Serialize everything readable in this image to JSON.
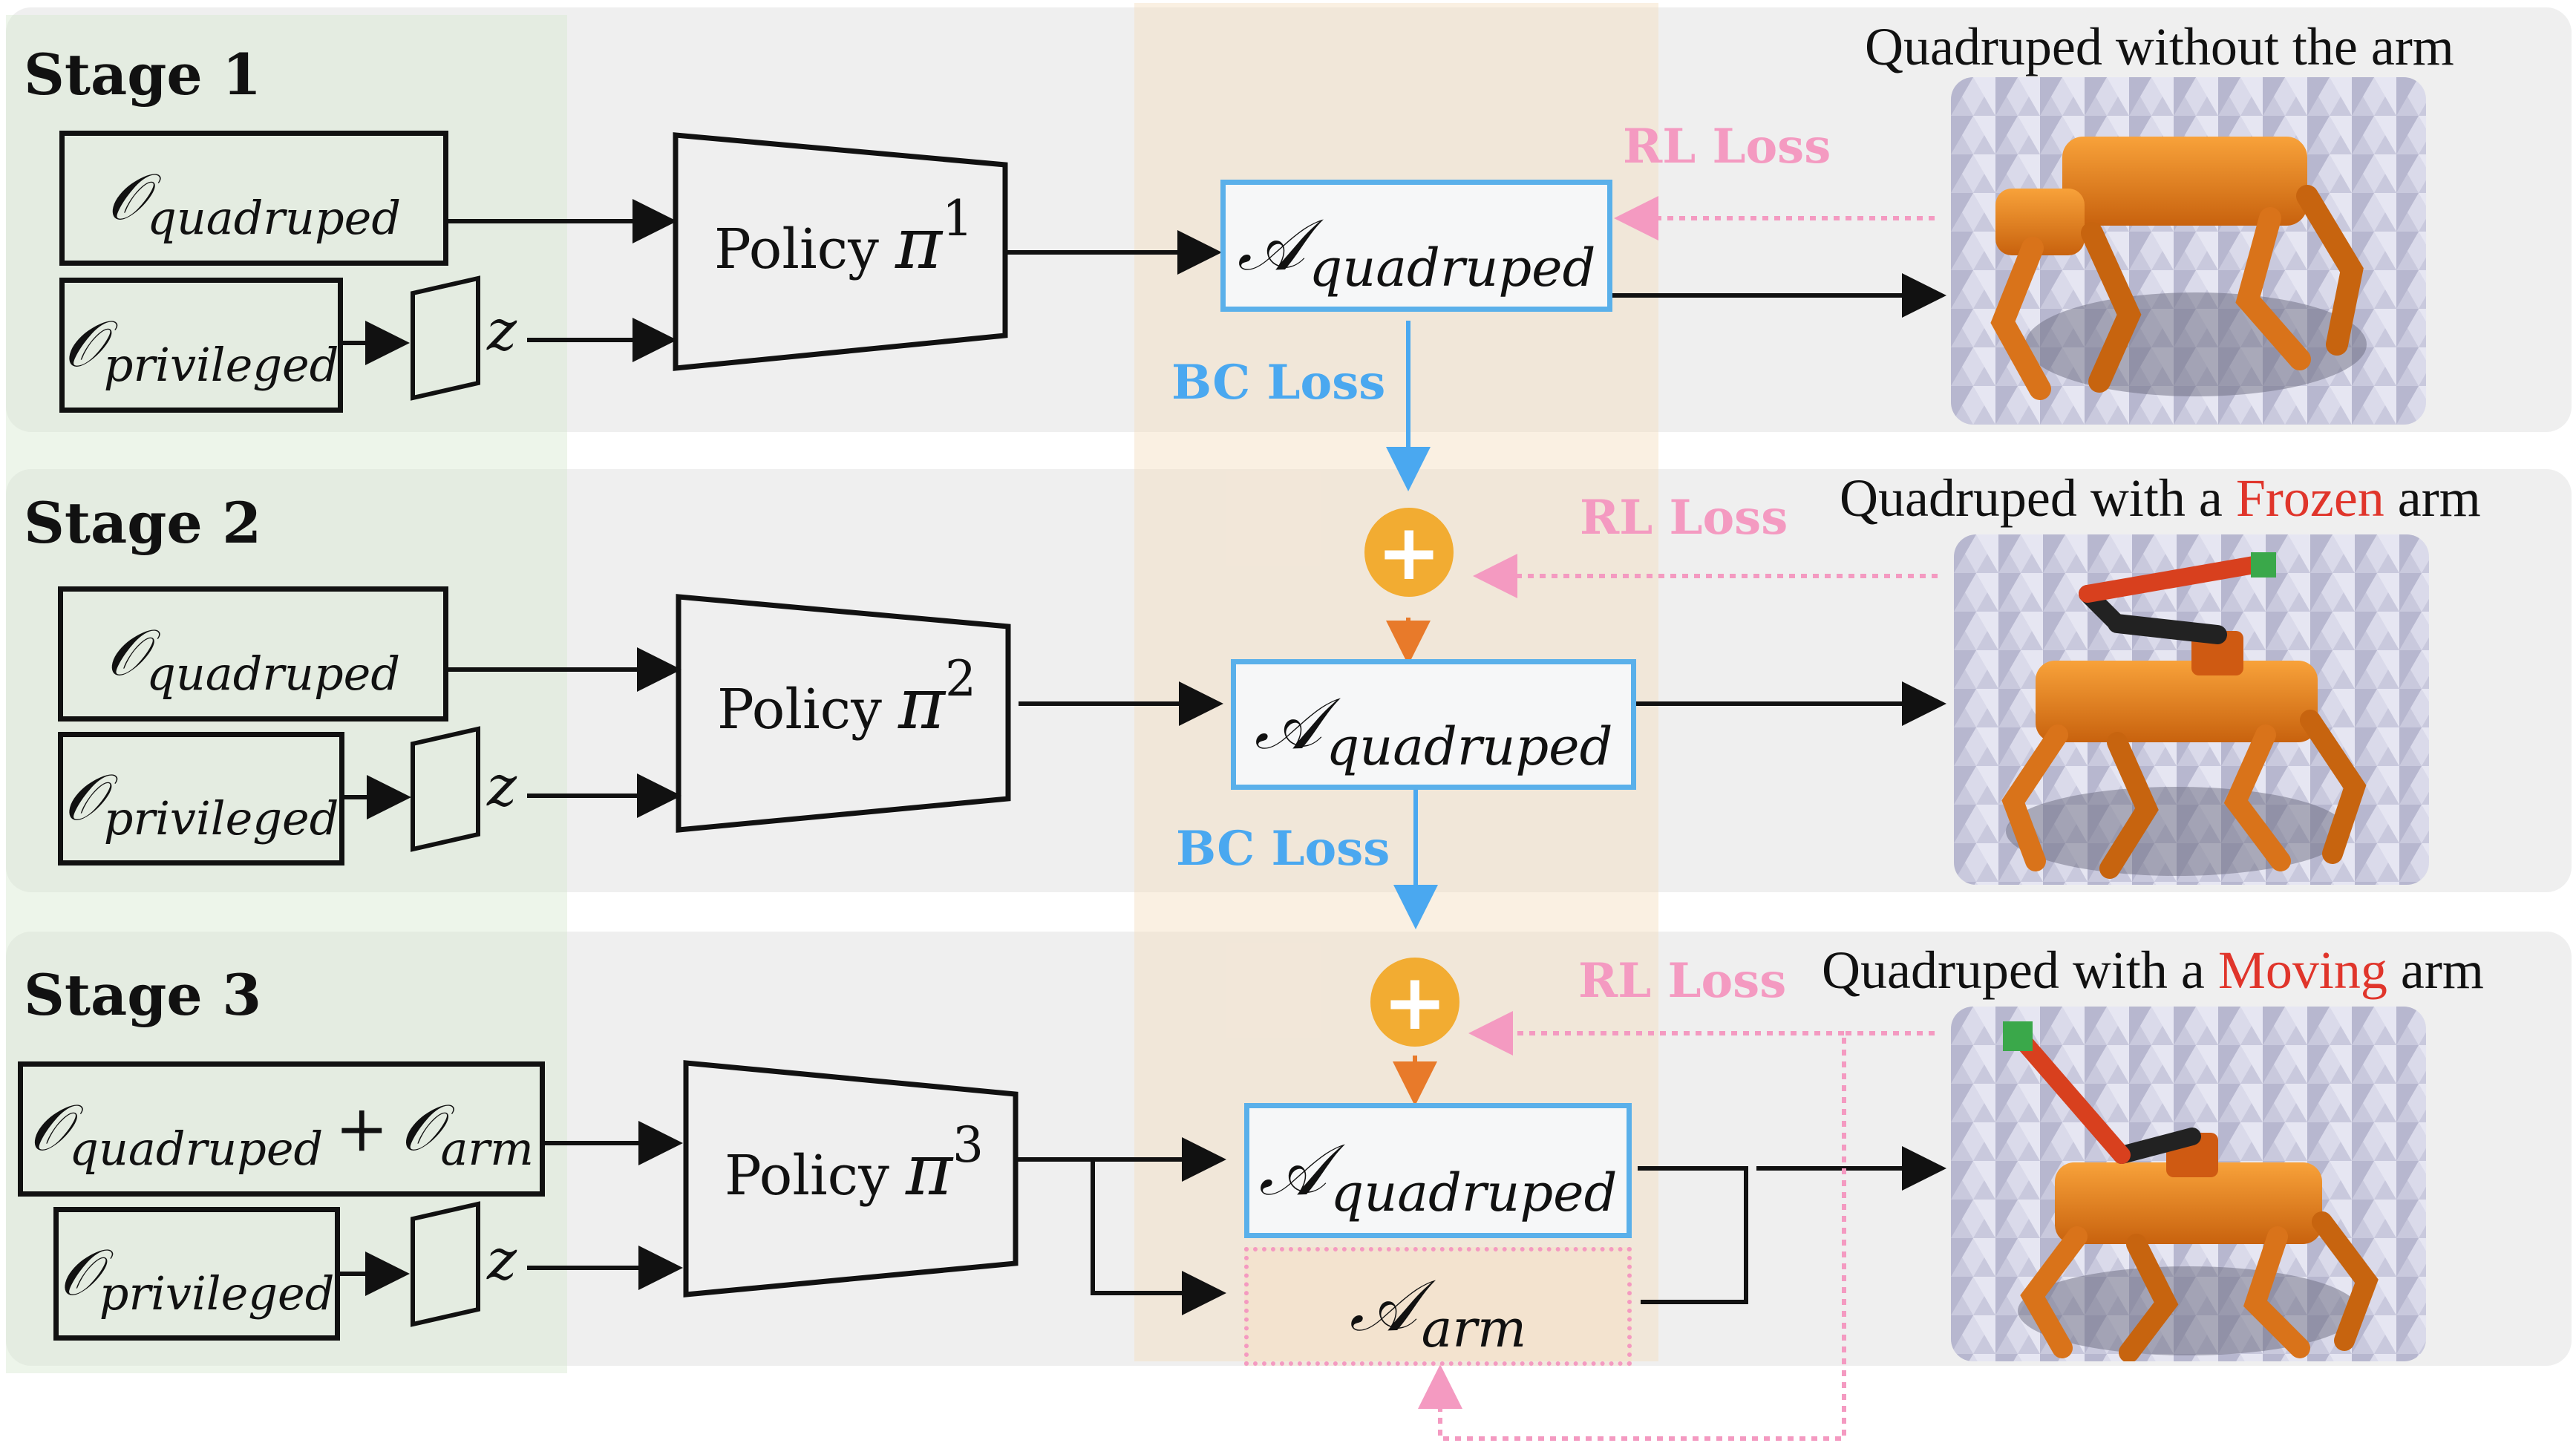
{
  "stages": [
    {
      "title": "Stage 1",
      "policy": {
        "label": "Policy",
        "pi": "π",
        "sup": "1"
      },
      "obs_main": {
        "symbol": "𝒪",
        "sub": "quadruped"
      },
      "obs_priv": {
        "symbol": "𝒪",
        "sub": "privileged"
      },
      "latent": "z",
      "action": {
        "symbol": "𝒜",
        "sub": "quadruped"
      },
      "rl_loss": "RL Loss",
      "bc_loss": "BC Loss",
      "caption": {
        "pre": "Quadruped without the arm",
        "highlight": "",
        "post": ""
      }
    },
    {
      "title": "Stage 2",
      "policy": {
        "label": "Policy",
        "pi": "π",
        "sup": "2"
      },
      "obs_main": {
        "symbol": "𝒪",
        "sub": "quadruped"
      },
      "obs_priv": {
        "symbol": "𝒪",
        "sub": "privileged"
      },
      "latent": "z",
      "action": {
        "symbol": "𝒜",
        "sub": "quadruped"
      },
      "rl_loss": "RL Loss",
      "bc_loss": "BC Loss",
      "plus": "+",
      "caption": {
        "pre": "Quadruped with a ",
        "highlight": "Frozen",
        "post": " arm"
      }
    },
    {
      "title": "Stage 3",
      "policy": {
        "label": "Policy",
        "pi": "π",
        "sup": "3"
      },
      "obs_main": {
        "symbol": "𝒪",
        "sub": "quadruped",
        "plus": "+",
        "symbol2": "𝒪",
        "sub2": "arm"
      },
      "obs_priv": {
        "symbol": "𝒪",
        "sub": "privileged"
      },
      "latent": "z",
      "action": {
        "symbol": "𝒜",
        "sub": "quadruped"
      },
      "action_arm": {
        "symbol": "𝒜",
        "sub": "arm"
      },
      "rl_loss": "RL Loss",
      "plus": "+",
      "caption": {
        "pre": "Quadruped with a ",
        "highlight": "Moving",
        "post": " arm"
      }
    }
  ],
  "colors": {
    "rl_loss": "#f49ac1",
    "bc_loss": "#4aa8f0",
    "action_border": "#5ab0ea",
    "plus_circle": "#f2ac32",
    "highlight": "#e0352b"
  }
}
